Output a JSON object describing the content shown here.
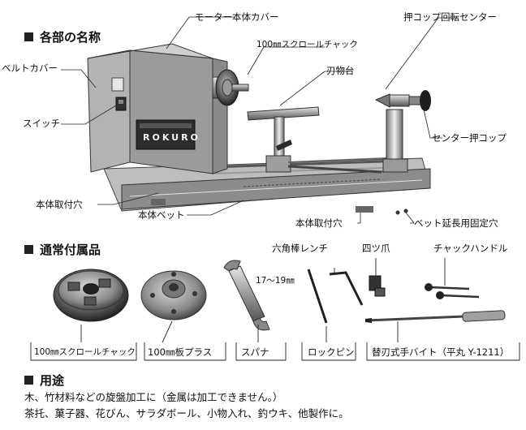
{
  "sections": {
    "parts_title": "各部の名称",
    "accessories_title": "通常付属品",
    "usage_title": "用途"
  },
  "parts": {
    "motor_cover": "モーター本体カバー",
    "center_rotating": "押コップ回転センター",
    "chuck_100": "100㎜スクロールチャック",
    "tool_rest": "刃物台",
    "belt_cover": "ベルトカバー",
    "switch": "スイッチ",
    "center_cup": "センター押コップ",
    "mount_hole_left": "本体取付穴",
    "bed": "本体ベット",
    "mount_hole_right": "本体取付穴",
    "bed_ext_hole": "ベット延長用固定穴",
    "machine_brand": "ROKURO"
  },
  "accessories": {
    "hex_wrench": "六角棒レンチ",
    "four_jaw": "四ツ爪",
    "chuck_handle": "チャックハンドル",
    "spanner_size": "17～19㎜",
    "scroll_chuck": "100㎜スクロールチャック",
    "face_plate": "100㎜板プラス",
    "spanner": "スパナ",
    "lock_pin": "ロックピン",
    "replaceable_bit": "替刃式手バイト（平丸 Y-1211）"
  },
  "usage": {
    "line1": "木、竹材料などの旋盤加工に（金属は加工できません。）",
    "line2": "茶托、菓子器、花びん、サラダボール、小物入れ、釣ウキ、他製作に。"
  }
}
